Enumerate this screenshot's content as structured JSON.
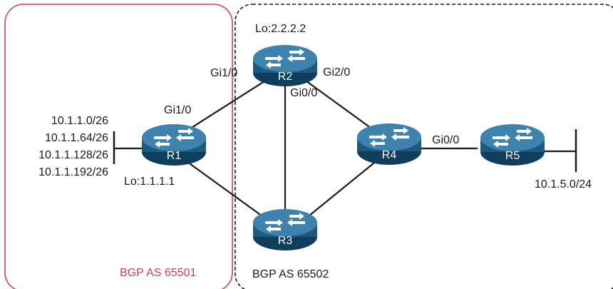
{
  "colors": {
    "as1_border": "#c9474c",
    "as2_border": "#1a1a1a",
    "router_top": "#3d83ad",
    "router_body": "#1c5a82",
    "router_edge": "#0f3d5c",
    "link": "#1a1a1a"
  },
  "as1": {
    "label": "BGP AS 65501"
  },
  "as2": {
    "label": "BGP AS 65502"
  },
  "routers": {
    "r1": {
      "name": "R1",
      "loopback": "Lo:1.1.1.1",
      "icon": "router-icon"
    },
    "r2": {
      "name": "R2",
      "loopback": "Lo:2.2.2.2",
      "icon": "router-icon"
    },
    "r3": {
      "name": "R3",
      "icon": "router-icon"
    },
    "r4": {
      "name": "R4",
      "icon": "router-icon"
    },
    "r5": {
      "name": "R5",
      "icon": "router-icon"
    }
  },
  "interfaces": {
    "r1_gi1_0": "Gi1/0",
    "r2_gi1_0": "Gi1/0",
    "r2_gi2_0": "Gi2/0",
    "r2_gi0_0": "Gi0/0",
    "r4_gi0_0": "Gi0/0"
  },
  "networks": {
    "r1_lan": [
      "10.1.1.0/26",
      "10.1.1.64/26",
      "10.1.1.128/26",
      "10.1.1.192/26"
    ],
    "r5_lan": "10.1.5.0/24"
  }
}
